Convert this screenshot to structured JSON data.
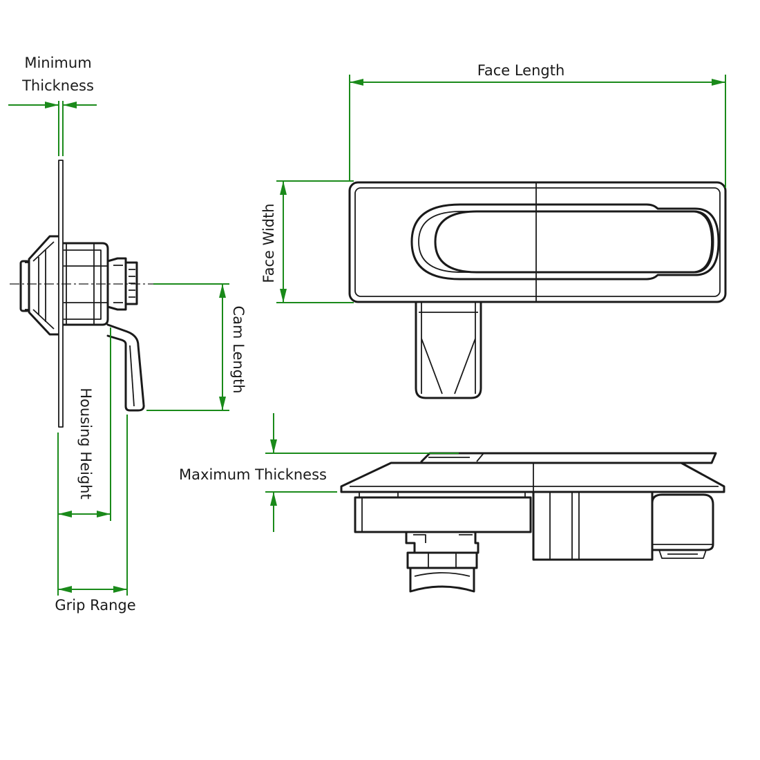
{
  "colors": {
    "dimension": "#1a8a1a",
    "outline": "#1a1a1a",
    "background": "#ffffff"
  },
  "labels": {
    "minimum_thickness_line1": "Minimum",
    "minimum_thickness_line2": "Thickness",
    "face_length": "Face Length",
    "face_width": "Face Width",
    "cam_length": "Cam Length",
    "housing_height": "Housing Height",
    "maximum_thickness": "Maximum Thickness",
    "grip_range": "Grip Range"
  }
}
